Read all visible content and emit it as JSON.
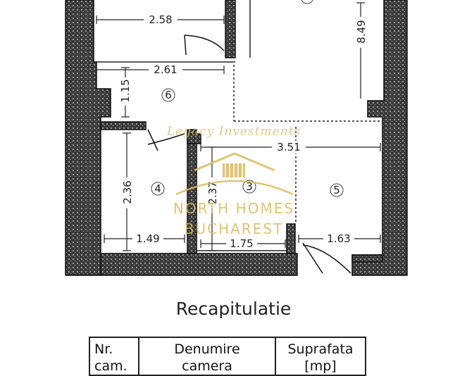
{
  "plan": {
    "dimensions": {
      "d_2_58": "2.58",
      "d_8_49": "8.49",
      "d_2_61": "2.61",
      "d_1_15": "1.15",
      "d_3_51": "3.51",
      "d_2_36": "2.36",
      "d_2_37": "2.37",
      "d_1_49": "1.49",
      "d_1_75": "1.75",
      "d_1_63": "1.63"
    },
    "rooms": {
      "r6": "6",
      "r4": "4",
      "r3": "3",
      "r5": "5"
    }
  },
  "watermark": {
    "script": "Legacy Investments",
    "line1": "NORTH HOMES",
    "line2": "BUCHAREST",
    "color": "#d7bb5e"
  },
  "recap": {
    "title": "Recapitulatie",
    "headers": {
      "nr_line1": "Nr.",
      "nr_line2": "cam.",
      "name_line1": "Denumire",
      "name_line2": "camera",
      "area_line1": "Suprafata",
      "area_line2": "[mp]"
    }
  }
}
